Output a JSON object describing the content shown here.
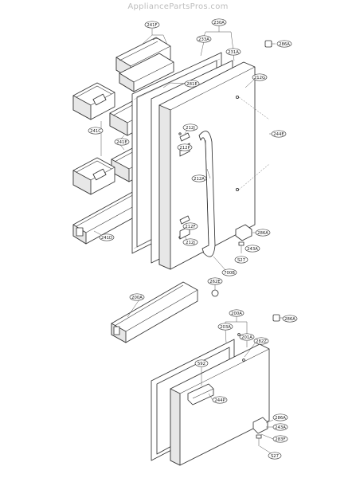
{
  "header": {
    "watermark": "AppliancePartsPros.com"
  },
  "callouts": {
    "c241F": "241F",
    "c230A": "230A",
    "c286A_top": "286A",
    "c233A": "233A",
    "c231A": "231A",
    "c212G": "212G",
    "c281E": "281E",
    "c244E": "244E",
    "c241C": "241C",
    "c212J_top": "212J",
    "c212P_top": "212P",
    "c241E": "241E",
    "c212A": "212A",
    "c212F": "212F",
    "c212J_bot": "212J",
    "c286A_mid": "286A",
    "c241D": "241D",
    "c243A_mid": "243A",
    "c227_mid": "S27",
    "c700B": "700B",
    "c262E": "262E",
    "c200A_bin": "200A",
    "c286A_low": "286A",
    "c200A_door": "200A",
    "c203A": "203A",
    "c201A": "201A",
    "c282Z": "282Z",
    "c592": "592",
    "c244P": "244P",
    "c286A_bot": "286A",
    "c243A_bot": "243A",
    "c283F": "283F",
    "c227_bot": "S27"
  }
}
